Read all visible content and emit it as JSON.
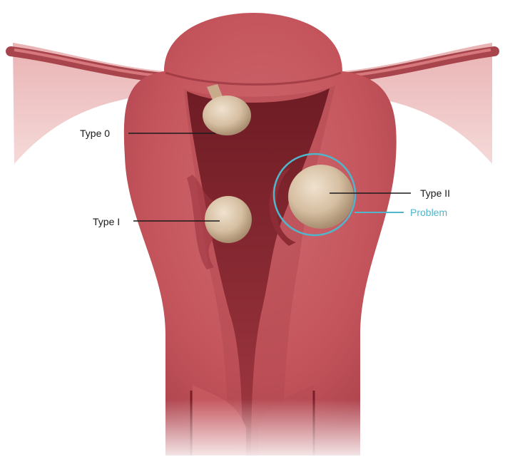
{
  "labels": {
    "type0": "Type 0",
    "type1": "Type I",
    "type2": "Type II",
    "problem": "Problem"
  },
  "colors": {
    "accent": "#4fb6cc",
    "tissue": "#c9575e",
    "tissue_dark": "#8e2a33",
    "fibroid": "#d8c2a6"
  }
}
